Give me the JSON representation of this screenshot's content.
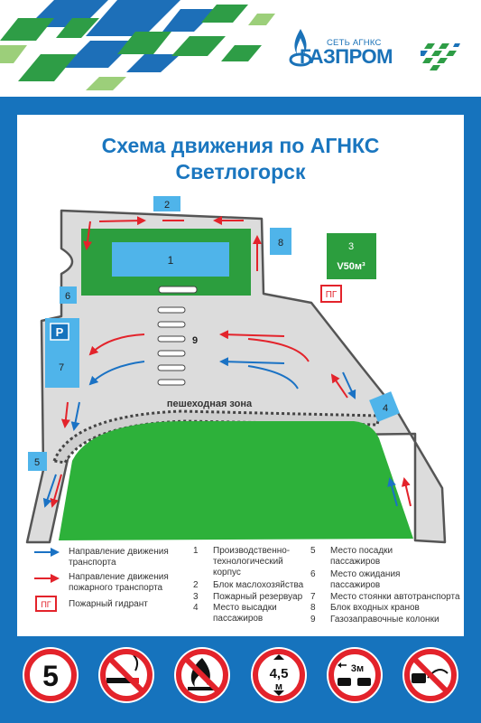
{
  "brand": {
    "network_label": "СЕТЬ АГНКС",
    "company_name": "ГАЗПРОМ",
    "primary_color": "#1673bd",
    "green_color": "#2a9d3a"
  },
  "title": {
    "line1": "Схема движения по АГНКС",
    "line2": "Светлогорск"
  },
  "map": {
    "markers": {
      "m1": "1",
      "m2": "2",
      "m3": "3",
      "m3_volume": "V50м³",
      "m4": "4",
      "m5": "5",
      "m6": "6",
      "m7": "7",
      "m8": "8",
      "m9": "9",
      "parking": "P"
    },
    "hydrant_label": "ПГ",
    "pedestrian_zone": "пешеходная зона"
  },
  "legend": {
    "transport": "Направление движения транспорта",
    "fire": "Направление движения пожарного транспорта",
    "hydrant_symbol": "ПГ",
    "hydrant": "Пожарный гидрант",
    "items": [
      {
        "num": "1",
        "text": "Производственно-технологический корпус"
      },
      {
        "num": "2",
        "text": "Блок маслохозяйства"
      },
      {
        "num": "3",
        "text": "Пожарный резервуар"
      },
      {
        "num": "4",
        "text": "Место высадки пассажиров"
      },
      {
        "num": "5",
        "text": "Место посадки пассажиров"
      },
      {
        "num": "6",
        "text": "Место ожидания пассажиров"
      },
      {
        "num": "7",
        "text": "Место стоянки автотранспорта"
      },
      {
        "num": "8",
        "text": "Блок входных кранов"
      },
      {
        "num": "9",
        "text": "Газозаправочные колонки"
      }
    ]
  },
  "signs": {
    "speed_limit": "5",
    "height_limit": "4,5",
    "height_unit": "м",
    "distance_limit": "3м",
    "icons": [
      "no-smoking-icon",
      "no-open-fire-icon",
      "height-limit-icon",
      "keep-distance-icon",
      "no-towing-icon"
    ]
  }
}
